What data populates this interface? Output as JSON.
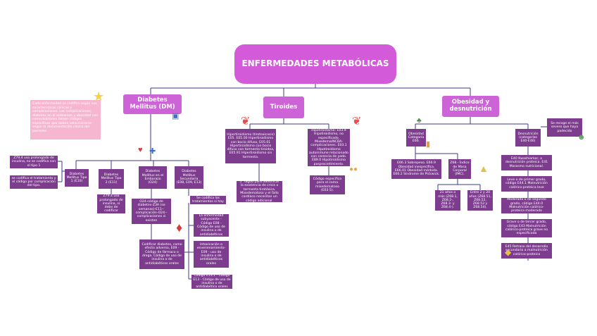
{
  "title": "ENFERMEDADES METABÓLICAS",
  "note": "Cada enfermedad se codifica según sus características clínicas y complicaciones. Las complicaciones, diabetes en el embarazo y obesidad con comorbilidades tienen códigos específicos que deben seleccionarse según la documentación clínica del paciente.",
  "categories": {
    "diabetes": "Diabetes Mellitus (DM)",
    "tiroides": "Tiroides",
    "obesidad": "Obesidad y desnutrición"
  },
  "diabetes": {
    "tipo1": "Diabetes Mellitus Tipo 1 (E10)",
    "tipo2": "Diabetes Mellitus Tipo 2 (E11)",
    "embarazo": "Diabetes Mellitus en el Embarazo (O24)",
    "secundaria": "Diabetes Mellitus Secundaria (E08, E09, E13)",
    "tipo1_insulina": "Z79.4 uso prolongado de insulina, no se codifica con el tipo 1",
    "tipo1_complicacion": "se codifica el tratamiento y el código por complicación del tipo.",
    "tipo2_insulina": "Z79.4 uso prolongado de insulina, si debe de codificar",
    "embarazo_codigo": "O24-código de diabetes-Z3A (se semanas)-E11--complicación-O24--complicaciones si existen",
    "secundaria_tratamiento": "Se codifica los tratamientos si hay",
    "secundaria_enfermedad": "La enfermedad subyacente - Código E08 - Código de uso de insulina o de antidiabéticos",
    "secundaria_intoxicacion": "Intoxicación o envenenamiento- E09 - uso de insulina o de antidiabéticos orales",
    "codificar_efecto": "Codificar diabetes, como efecto adverso, E09 - Código de fármaco o droga. Código de uso de insulina o de antidiabéticos orales",
    "secundaria_e13": "Código E13.1 - Código E13 - Código de uso de insulina o de antidiabético orales"
  },
  "tiroides": {
    "hiper": "Hipertiroidismo (tirotoxicosis) E05. E05.00 Hipertiroidismo con bocio difuso, E05.01 Hipertiroidismo con bocio difuso con tormenta tiroidea, E05.91 Hipertiroidismo sin tormenta.",
    "hipo": "Hipotiroidismo: E03.9 Hipotiroidismo, no especificado. Mixedema/NCDA- complicaciones. E03.1 Hipotiroidismo autoinmune relacionado con carencia de yodo. E89.0 Hipotiroidismo posprocedimiento.",
    "digito": "5° dígito para identificar la existencia de crisis o tormenta tirotóxica. Mixedematoso y el fallo cardíaco necesitan un código adicional.",
    "especifico": "Código específico para el coma mixedematoso (E03.5)."
  },
  "obesidad": {
    "categoria": "Obesidad Categoría E66.",
    "sobrepeso": "E66.3 Sobrepeso. E66.9 Obesidad inespecífica. E66.01 Obesidad mórbida. E66.2 Síndrome de Pickwick.",
    "imc": "Z68.- Índice de Masa Corporal (IMC).",
    "adultos": "21 años o más (Z68.1, Z68.2-, Z68.3- y Z68.4-).",
    "ninos": "Entre 2 y 20 años (Z68.51, Z68.52, Z68.53 y Z68.54).",
    "desnutricion": "Desnutrición (categorías E40-E46)",
    "recoger": "Se recoge el más severo que haya padecido",
    "kwashiorkor": "E40 Kwashiorkor, o desnutrición proteica. E41 Marasmo nutricional.",
    "leve": "Leve o de primer grado, código E44.1 Malnutrición calórico-proteica leve",
    "moderada": "Moderada o de segundo grado, código E44.0 Malnutrición calórico-proteica moderada",
    "grave": "Grave o de tercer grado, código E43 Malnutrición calórico-proteica grave no especificada",
    "retraso": "E45 Retraso del desarrollo secundario a malnutrición calórico-proteica"
  }
}
